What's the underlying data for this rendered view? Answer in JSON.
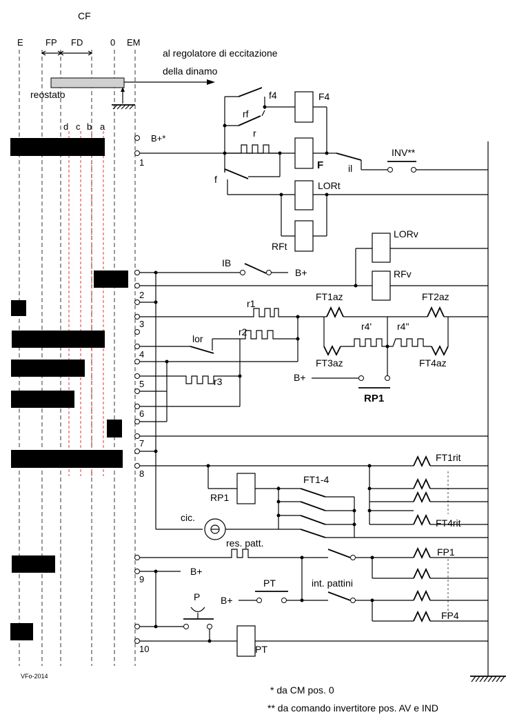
{
  "header": {
    "cf": "CF",
    "col_e": "E",
    "col_fp": "FP",
    "col_fd": "FD",
    "col_0": "0",
    "col_em": "EM",
    "regolatore_line1": "al regolatore di eccitazione",
    "regolatore_line2": "della dinamo",
    "reostato": "reostato",
    "sub_d": "d",
    "sub_c": "c",
    "sub_b": "b",
    "sub_a": "a"
  },
  "terminals": {
    "bplus_star": "B+*",
    "t1": "1",
    "t2": "2",
    "t3": "3",
    "t4": "4",
    "t5": "5",
    "t6": "6",
    "t7": "7",
    "t8": "8",
    "t9": "9",
    "t10": "10"
  },
  "components": {
    "f4": "f4",
    "F4": "F4",
    "rf": "rf",
    "r": "r",
    "F": "F",
    "f": "f",
    "il": "il",
    "INV": "INV**",
    "LORt": "LORt",
    "RFt": "RFt",
    "LORv": "LORv",
    "RFv": "RFv",
    "IB": "IB",
    "bplus": "B+",
    "r1": "r1",
    "r2": "r2",
    "r3": "r3",
    "lor": "lor",
    "FT1az": "FT1az",
    "FT2az": "FT2az",
    "FT3az": "FT3az",
    "FT4az": "FT4az",
    "r4p": "r4'",
    "r4pp": "r4\"",
    "RP1": "RP1",
    "FT1rit": "FT1rit",
    "FT4rit": "FT4rit",
    "FT14": "FT1-4",
    "cic": "cic.",
    "res_patt": "res. patt.",
    "FP1": "FP1",
    "FP4": "FP4",
    "int_pattini": "int. pattini",
    "PT": "PT",
    "P": "P"
  },
  "footer": {
    "credit": "VFo-2014",
    "note1": "* da CM pos. 0",
    "note2": "** da comando invertitore pos. AV e IND"
  }
}
